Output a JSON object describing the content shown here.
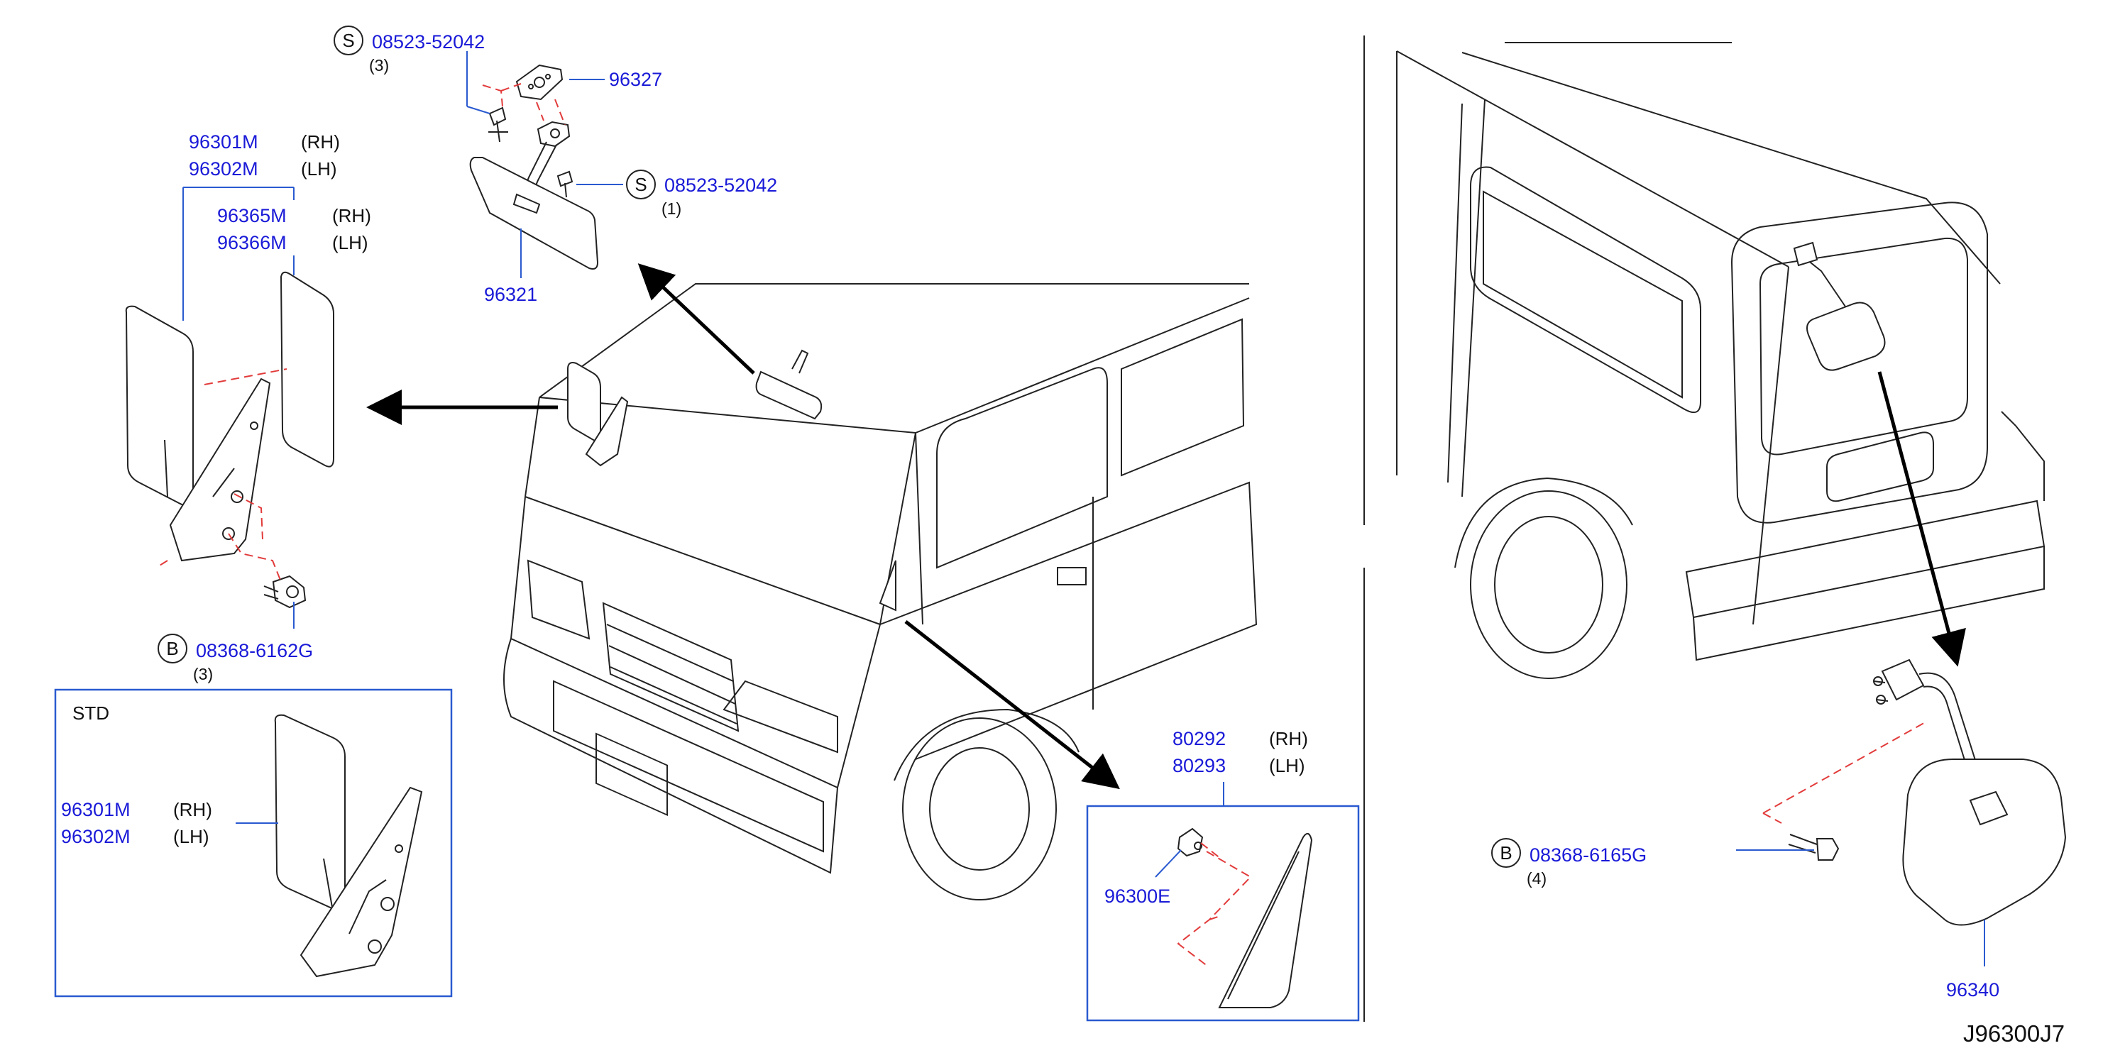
{
  "colors": {
    "part_number": "#1a1ad8",
    "leader": "#2a5ad0",
    "hidden_line": "#e23b3b",
    "line": "#222222"
  },
  "labels": {
    "s_top": {
      "symbol": "S",
      "part": "08523-52042",
      "qty": "(3)"
    },
    "p96327": "96327",
    "s_mid": {
      "symbol": "S",
      "part": "08523-52042",
      "qty": "(1)"
    },
    "p96321": "96321",
    "door_mirror": {
      "rh_part": "96301M",
      "rh_side": "(RH)",
      "lh_part": "96302M",
      "lh_side": "(LH)"
    },
    "glass": {
      "rh_part": "96365M",
      "rh_side": "(RH)",
      "lh_part": "96366M",
      "lh_side": "(LH)"
    },
    "b_left": {
      "symbol": "B",
      "part": "08368-6162G",
      "qty": "(3)"
    },
    "std_box": {
      "title": "STD",
      "rh_part": "96301M",
      "rh_side": "(RH)",
      "lh_part": "96302M",
      "lh_side": "(LH)"
    },
    "garnish": {
      "rh_part": "80292",
      "rh_side": "(RH)",
      "lh_part": "80293",
      "lh_side": "(LH)"
    },
    "clip": "96300E",
    "b_right": {
      "symbol": "B",
      "part": "08368-6165G",
      "qty": "(4)"
    },
    "p96340": "96340",
    "diagram_code": "J96300J7"
  }
}
